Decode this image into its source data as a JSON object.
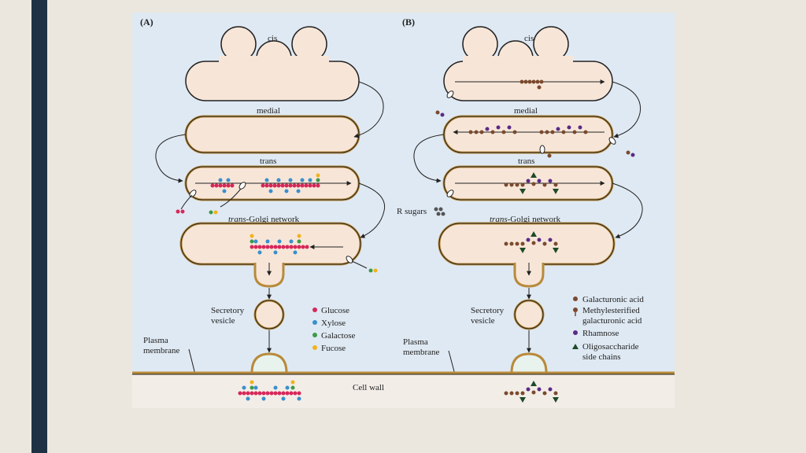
{
  "panels": {
    "a": {
      "letter": "(A)",
      "cis": "cis",
      "medial": "medial",
      "trans": "trans",
      "tgn_italic": "trans",
      "tgn_rest": "-Golgi network",
      "secretory_1": "Secretory",
      "secretory_2": "vesicle",
      "plasma_1": "Plasma",
      "plasma_2": "membrane"
    },
    "b": {
      "letter": "(B)",
      "cis": "cis",
      "medial": "medial",
      "trans": "trans",
      "tgn_italic": "trans",
      "tgn_rest": "-Golgi network",
      "secretory_1": "Secretory",
      "secretory_2": "vesicle",
      "plasma_1": "Plasma",
      "plasma_2": "membrane",
      "r_sugars": "R sugars"
    }
  },
  "cell_wall": "Cell wall",
  "legend_a": [
    {
      "label": "Glucose",
      "color": "#d6285a"
    },
    {
      "label": "Xylose",
      "color": "#3a8fcc"
    },
    {
      "label": "Galactose",
      "color": "#3c9a4a"
    },
    {
      "label": "Fucose",
      "color": "#f0b21e"
    }
  ],
  "legend_b": [
    {
      "label": "Galacturonic acid",
      "color": "#7a4a2e"
    },
    {
      "label": "Methylesterified",
      "label2": "galacturonic acid",
      "color": "#7a4a2e"
    },
    {
      "label": "Rhamnose",
      "color": "#5b2a86"
    },
    {
      "label": "Oligosaccharide",
      "label2": "side chains",
      "color": "#1f4a2a"
    }
  ]
}
